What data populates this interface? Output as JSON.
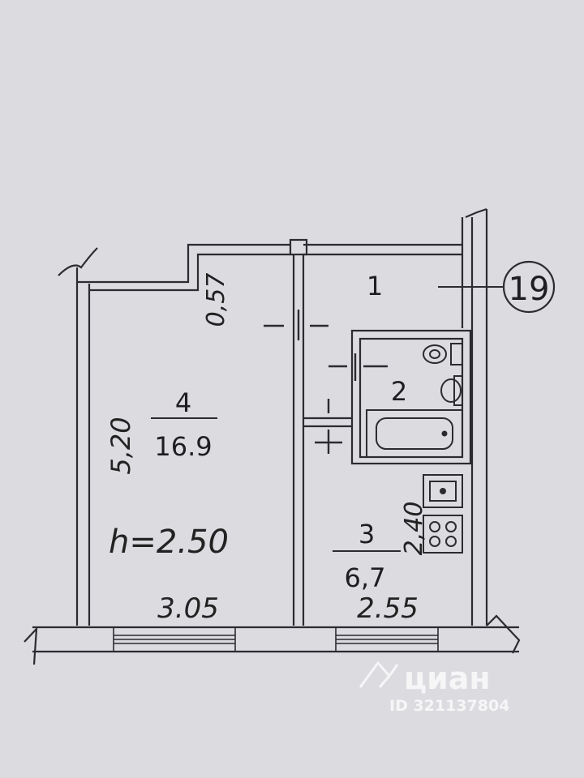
{
  "rooms": [
    {
      "number": "1"
    },
    {
      "number": "2"
    },
    {
      "number": "3",
      "area": "6,7"
    },
    {
      "number": "4",
      "area": "16.9"
    }
  ],
  "dimensions": {
    "room4_width": "3.05",
    "room4_depth": "5,20",
    "room3_width": "2.55",
    "room3_depth": "2,40",
    "niche": "0,57",
    "ceiling_height": "h=2.50"
  },
  "apartment_marker": "19",
  "watermark": {
    "brand": "циан",
    "listing_id": "ID 321137804"
  },
  "colors": {
    "background": "#dcdbe0",
    "lines": "#2b2b30"
  }
}
